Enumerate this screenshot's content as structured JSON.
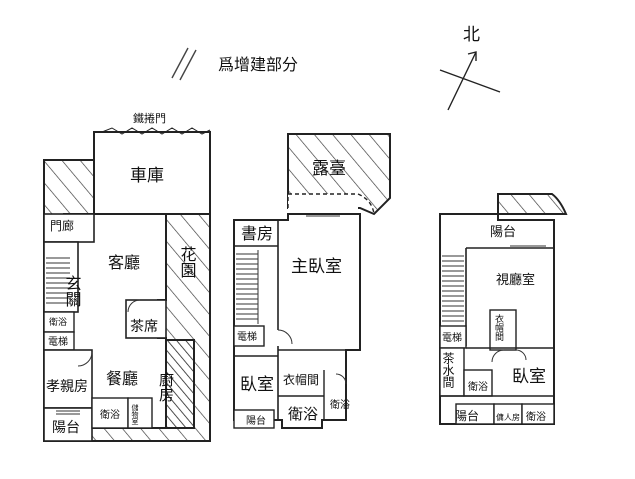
{
  "legend": {
    "text": "爲增建部分"
  },
  "compass": {
    "label": "北"
  },
  "floor1": {
    "door_label": "鐵捲門",
    "rooms": {
      "garage": "車庫",
      "porch": "門廊",
      "living": "客廳",
      "entrance": "玄關",
      "garden": "花園",
      "bath": "衛浴",
      "elevator": "電梯",
      "tea": "茶席",
      "dining": "餐廳",
      "kitchen": "廚房",
      "parent_room": "孝親房",
      "balcony": "陽台",
      "bath2": "衛浴",
      "storage": "儲物室"
    }
  },
  "floor2": {
    "rooms": {
      "terrace": "露臺",
      "study": "書房",
      "master": "主臥室",
      "elevator": "電梯",
      "bedroom": "臥室",
      "closet": "衣帽間",
      "balcony": "陽台",
      "bath": "衛浴",
      "bath2": "衛浴"
    }
  },
  "floor3": {
    "rooms": {
      "balcony_top": "陽台",
      "theater": "視廳室",
      "closet": "衣帽間",
      "elevator": "電梯",
      "tea": "茶水間",
      "bath": "衛浴",
      "bedroom": "臥室",
      "balcony": "陽台",
      "maid": "傭人房",
      "bath2": "衛浴"
    }
  }
}
